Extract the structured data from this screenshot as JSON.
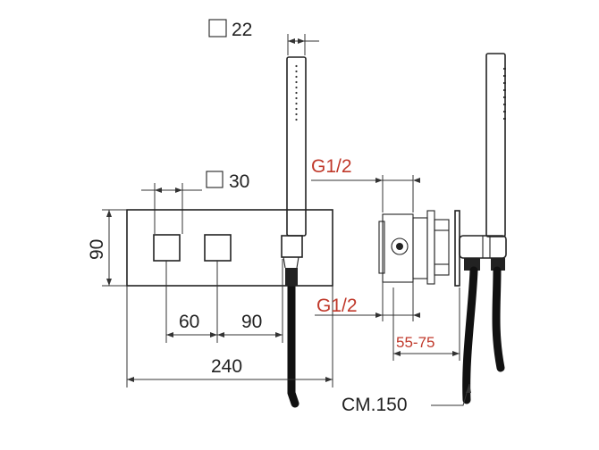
{
  "labels": {
    "square_22": "22",
    "square_30": "30",
    "height_90": "90",
    "dim_60": "60",
    "dim_90": "90",
    "dim_240": "240",
    "thread_top": "G1/2",
    "thread_bottom": "G1/2",
    "depth_range": "55-75",
    "hose_length": "CM.150"
  },
  "colors": {
    "line": "#222222",
    "thread_label": "#c0392b",
    "depth_label": "#c0392b"
  }
}
